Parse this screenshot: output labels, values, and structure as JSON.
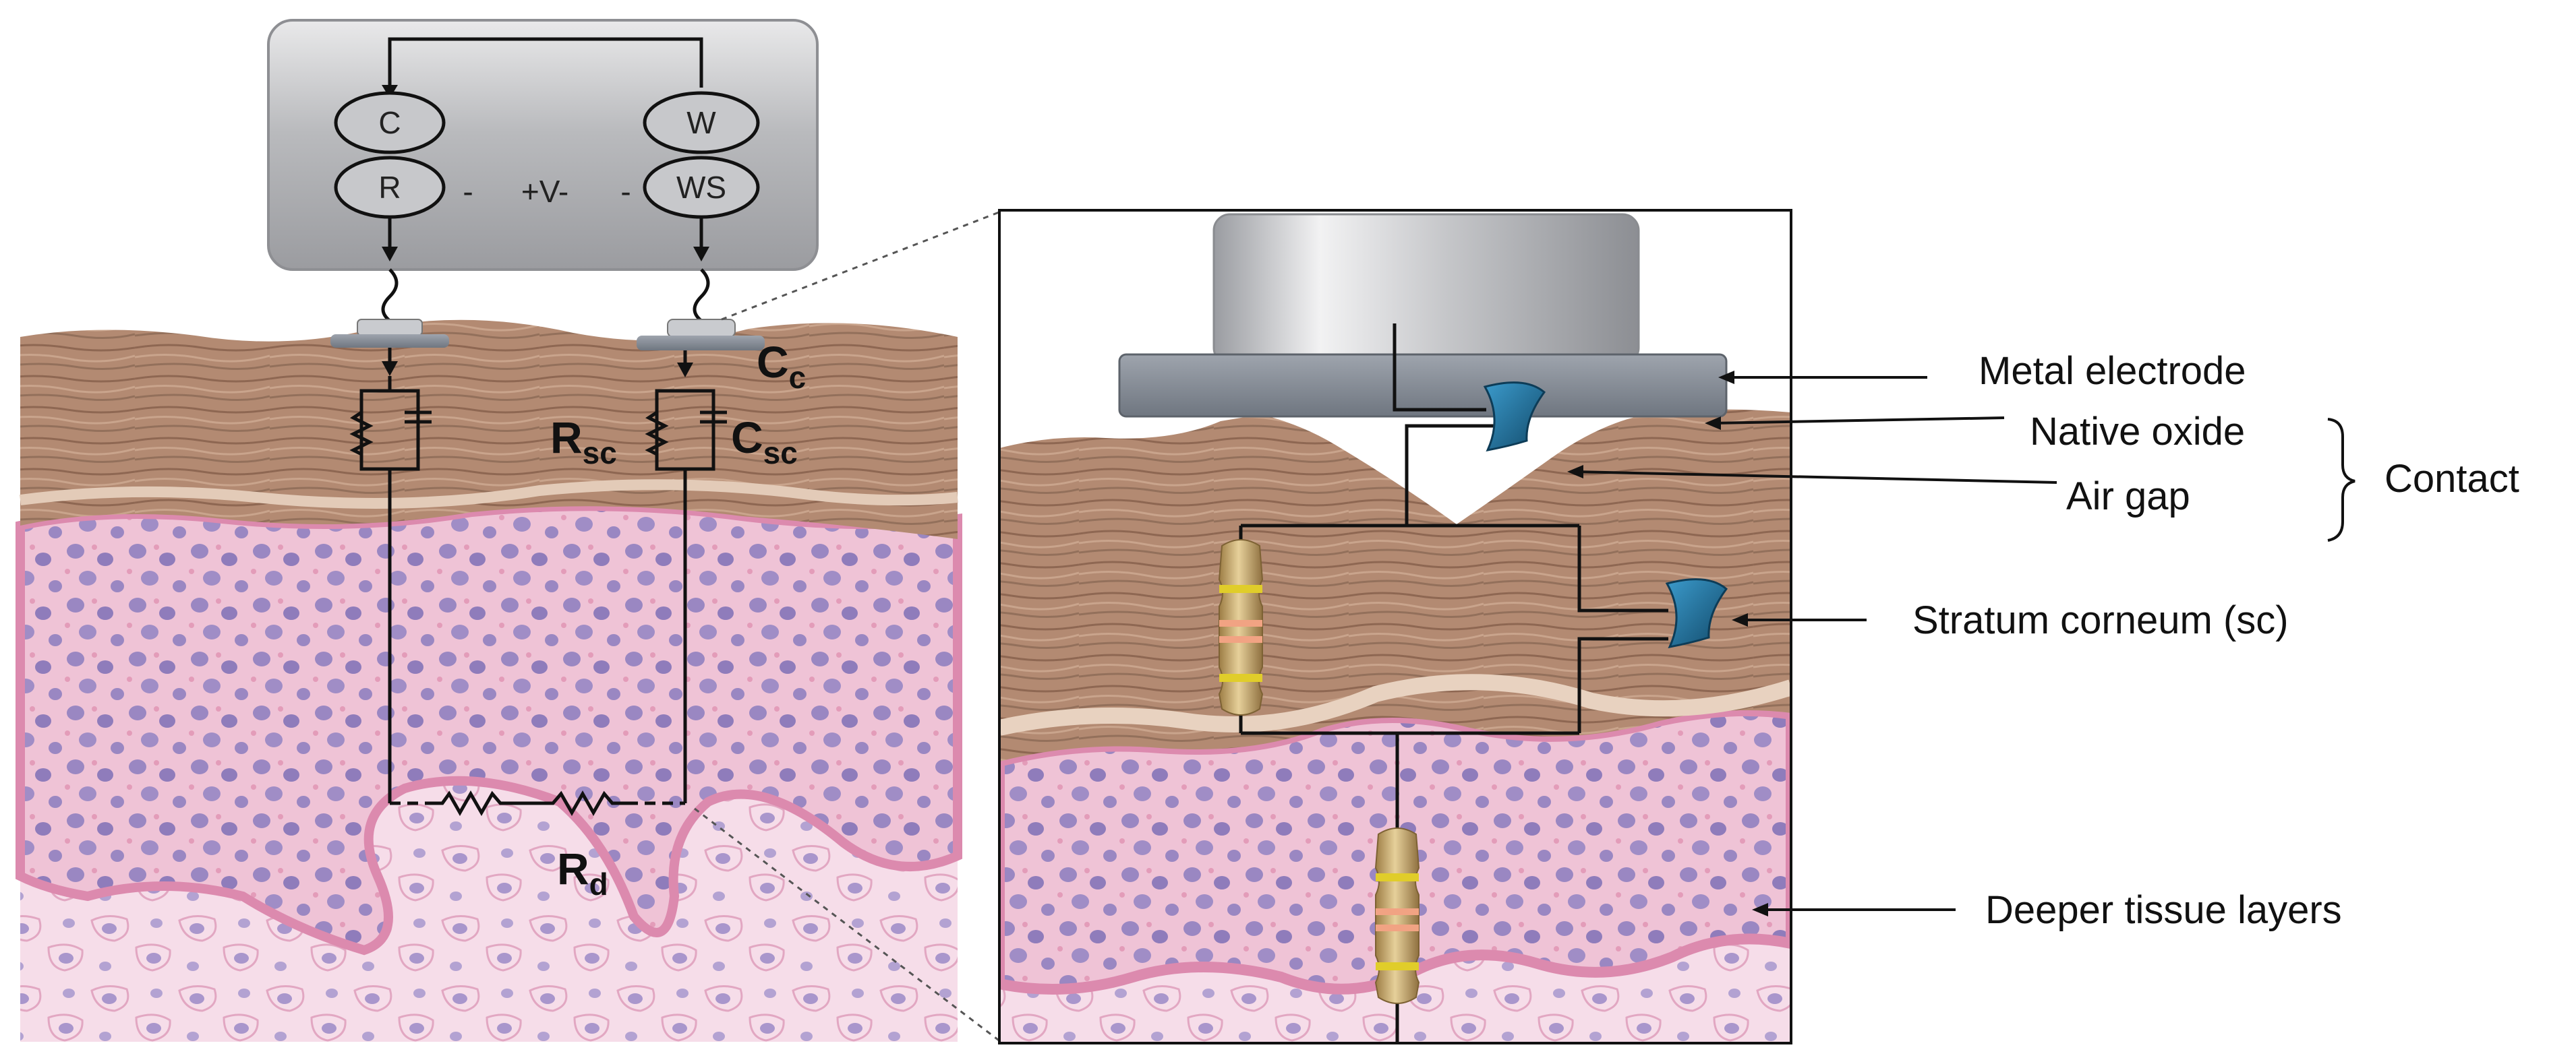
{
  "instrument": {
    "counter": "C",
    "reference": "R",
    "working": "W",
    "working_sense": "WS",
    "voltage": "+V-",
    "minus_left": "-",
    "minus_right": "-"
  },
  "circuit_symbols": {
    "contact_capacitance": {
      "main": "C",
      "sub": "c"
    },
    "sc_resistance": {
      "main": "R",
      "sub": "sc"
    },
    "sc_capacitance": {
      "main": "C",
      "sub": "sc"
    },
    "deep_resistance": {
      "main": "R",
      "sub": "d"
    }
  },
  "labels": {
    "metal_electrode": "Metal electrode",
    "native_oxide": "Native oxide",
    "air_gap": "Air gap",
    "contact": "Contact",
    "stratum_corneum": "Stratum corneum (sc)",
    "deeper_tissue": "Deeper tissue layers"
  },
  "colors": {
    "skin_brown": "#b38a72",
    "epidermis_pink": "#e6a5c0",
    "cell_purple": "#9a87c2",
    "dermis_light": "#f4d8e6",
    "electrode_metal": "#8f959e",
    "capacitor_blue": "#1f6f9a",
    "resistor_gold": "#c9ab72"
  }
}
